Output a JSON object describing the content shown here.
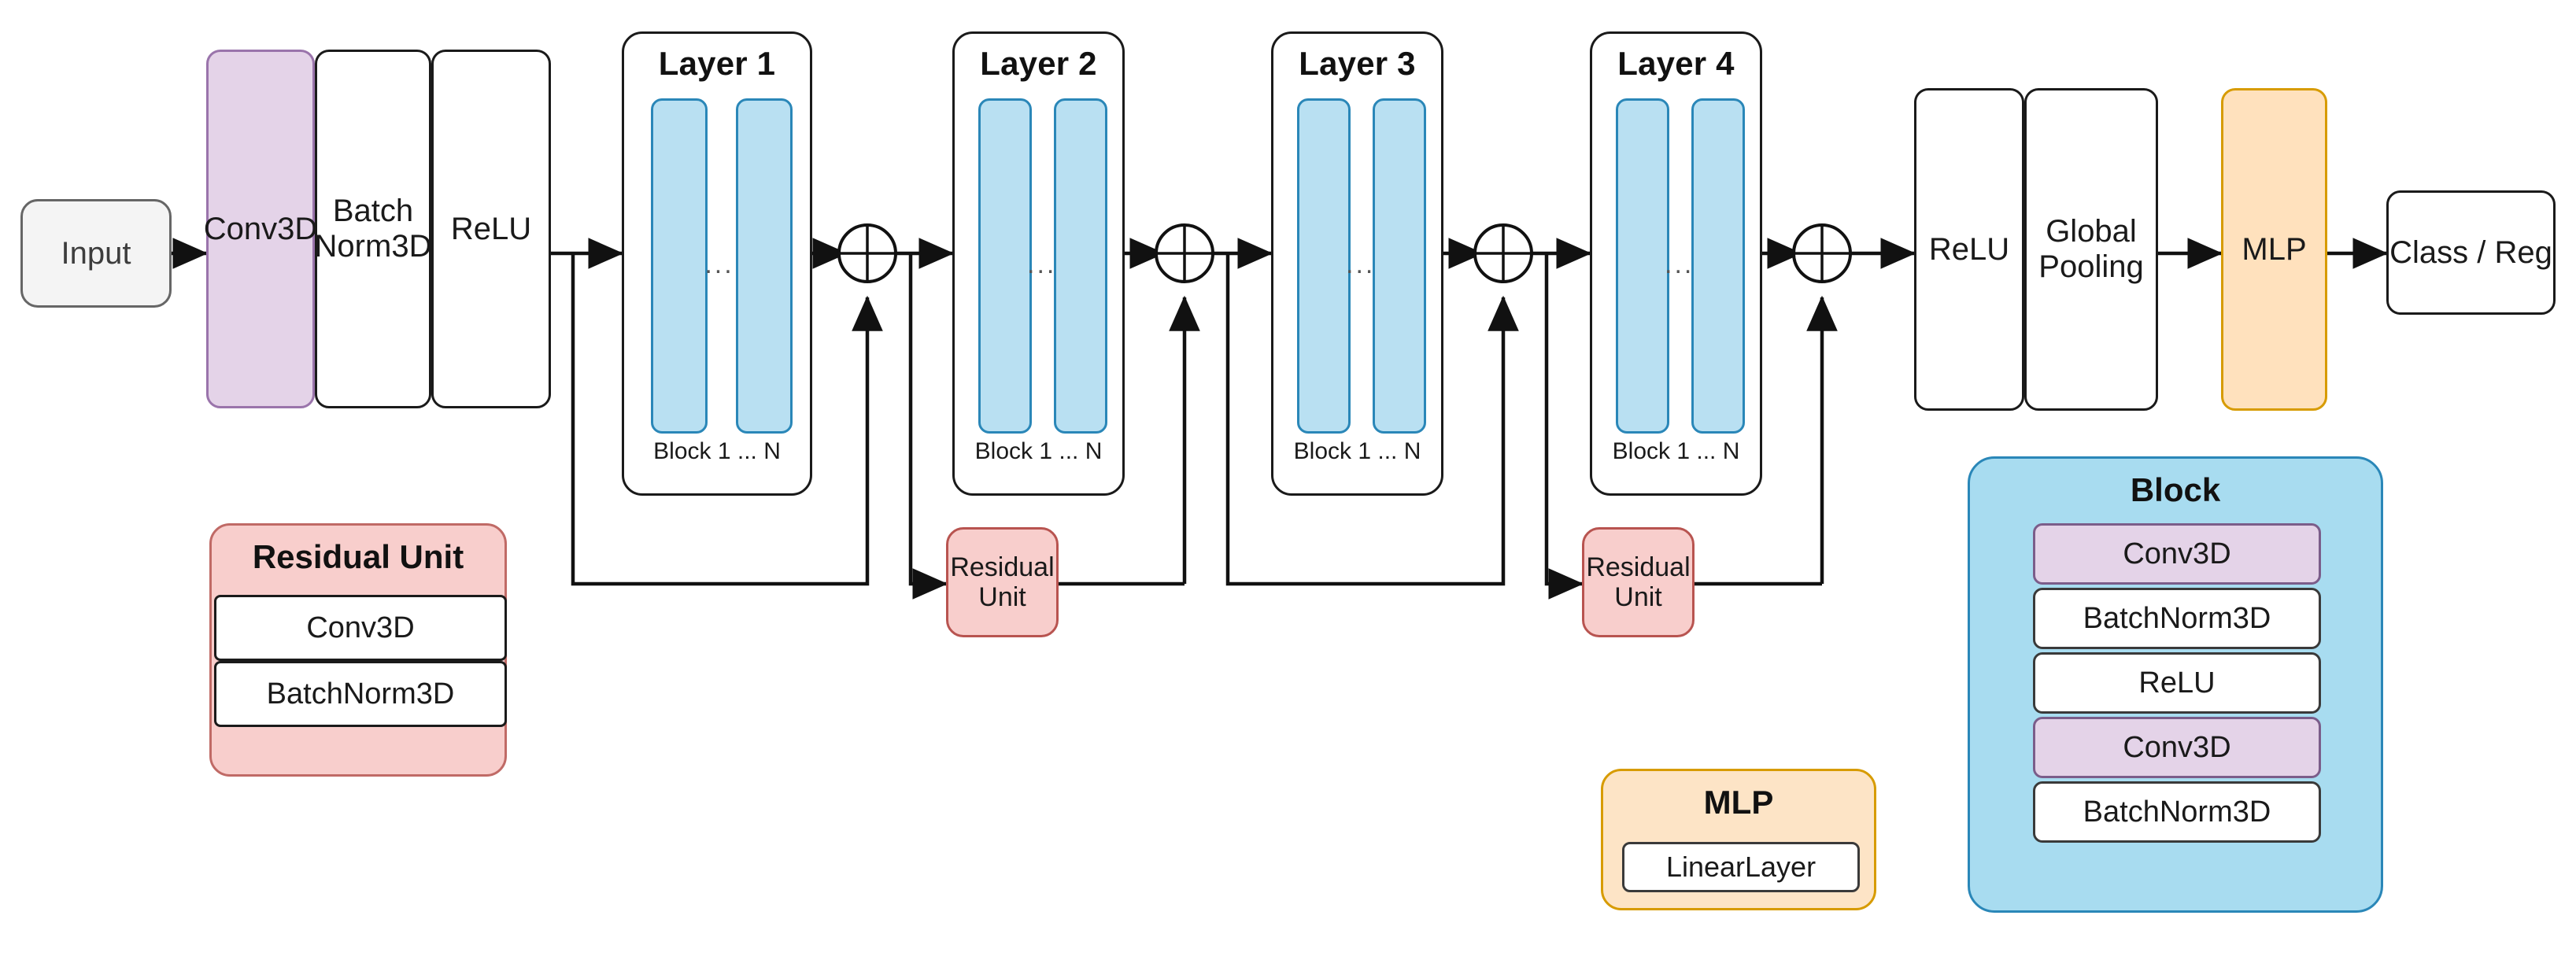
{
  "diagram": {
    "title": "3D ResNet architecture block diagram",
    "colors": {
      "conv_fill": "#e4d3e8",
      "conv_stroke": "#9a74ab",
      "mlp_fill": "#ffe1bd",
      "mlp_stroke": "#d79b00",
      "residual_fill": "#f8cecc",
      "residual_stroke": "#b85450",
      "block_fill": "#b9e0f2",
      "block_stroke": "#2a87b8",
      "input_fill": "#f4f4f4",
      "stroke": "#1a1a1a"
    }
  },
  "pipeline": {
    "input": "Input",
    "stem": [
      {
        "label": "Conv3D",
        "style": "conv"
      },
      {
        "label": "Batch\nNorm3D",
        "style": "plain"
      },
      {
        "label": "ReLU",
        "style": "plain"
      }
    ],
    "head": [
      {
        "label": "ReLU",
        "style": "plain"
      },
      {
        "label": "Global\nPooling",
        "style": "plain"
      },
      {
        "label": "MLP",
        "style": "mlp"
      }
    ],
    "output": "Class / Reg",
    "add_symbol": "+"
  },
  "layers": [
    {
      "title": "Layer 1",
      "caption": "Block 1 ... N",
      "ellipsis": "...",
      "has_residual_unit": false
    },
    {
      "title": "Layer 2",
      "caption": "Block 1 ... N",
      "ellipsis": "...",
      "has_residual_unit": true
    },
    {
      "title": "Layer 3",
      "caption": "Block 1 ... N",
      "ellipsis": "...",
      "has_residual_unit": false
    },
    {
      "title": "Layer 4",
      "caption": "Block 1 ... N",
      "ellipsis": "...",
      "has_residual_unit": true
    }
  ],
  "inline_residual_units": [
    {
      "label": "Residual\nUnit",
      "line1": "Residual",
      "line2": "Unit"
    },
    {
      "label": "Residual\nUnit",
      "line1": "Residual",
      "line2": "Unit"
    }
  ],
  "legends": {
    "residual_unit": {
      "title": "Residual Unit",
      "rows": [
        "Conv3D",
        "BatchNorm3D"
      ]
    },
    "mlp": {
      "title": "MLP",
      "rows": [
        "LinearLayer"
      ]
    },
    "block": {
      "title": "Block",
      "rows": [
        {
          "label": "Conv3D",
          "style": "conv"
        },
        {
          "label": "BatchNorm3D",
          "style": "plain"
        },
        {
          "label": "ReLU",
          "style": "plain"
        },
        {
          "label": "Conv3D",
          "style": "conv"
        },
        {
          "label": "BatchNorm3D",
          "style": "plain"
        }
      ]
    }
  }
}
